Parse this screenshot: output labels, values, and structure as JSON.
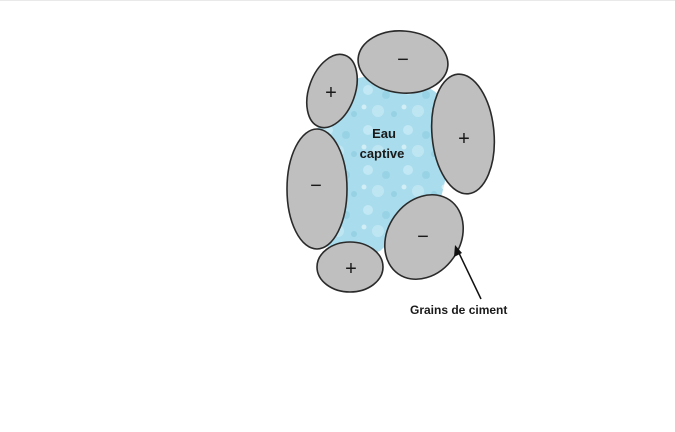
{
  "diagram": {
    "water_label_line1": "Eau",
    "water_label_line2": "captive",
    "callout_label": "Grains de ciment",
    "grain_signs": [
      "+",
      "−",
      "+",
      "−",
      "−",
      "+"
    ],
    "colors": {
      "water": "#a9dcec",
      "grain": "#bfbfbf",
      "outline": "#2a2a2a"
    }
  }
}
